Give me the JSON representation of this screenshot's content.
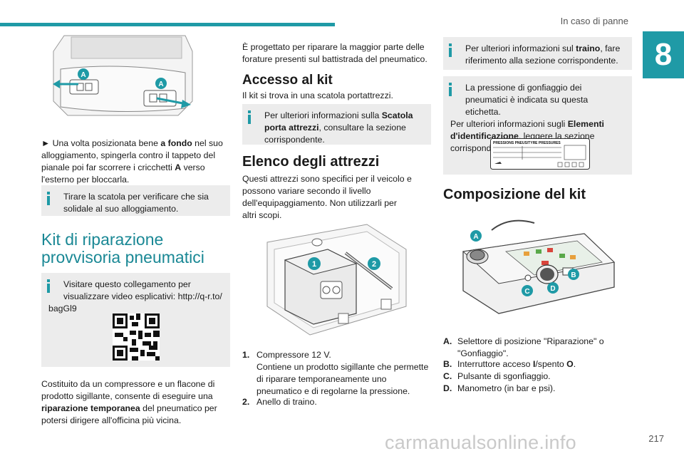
{
  "header": {
    "section": "In caso di panne",
    "chapter": "8"
  },
  "col1": {
    "step_pre": "► Una volta posizionata bene ",
    "step_bold": "a fondo",
    "step_mid": " nel suo alloggiamento, spingerla contro il tappeto del pianale poi far scorrere i cricchetti ",
    "step_bold2": "A",
    "step_post": " verso l'esterno per bloccarla.",
    "info1": "Tirare la scatola per verificare che sia solidale al suo alloggiamento.",
    "kit_title_1": "Kit di riparazione",
    "kit_title_2": "provvisoria pneumatici",
    "info2_a": "Visitare questo collegamento per visualizzare video esplicativi: http://q-r.to/",
    "info2_b": "bagGl9",
    "desc_pre": "Costituito da un compressore e un flacone di prodotto sigillante, consente di eseguire una ",
    "desc_bold": "riparazione temporanea",
    "desc_post": " del pneumatico per potersi dirigere all'officina più vicina.",
    "label_a1": "A",
    "label_a2": "A"
  },
  "col2": {
    "intro": "È progettato per riparare la maggior parte delle forature presenti sul battistrada del pneumatico.",
    "access_title": "Accesso al kit",
    "access_text": "Il kit si trova in una scatola portattrezzi.",
    "info_pre": "Per ulteriori informazioni sulla ",
    "info_bold": "Scatola porta attrezzi",
    "info_post": ", consultare la sezione corrispondente.",
    "tools_title": "Elenco degli attrezzi",
    "tools_text": "Questi attrezzi sono specifici per il veicolo e possono variare secondo il livello dell'equipaggiamento. Non utilizzarli per altri scopi.",
    "items": [
      {
        "num": "1.",
        "text": "Compressore 12 V.\nContiene un prodotto sigillante che permette di riparare temporaneamente uno pneumatico e di regolarne la pressione."
      },
      {
        "num": "2.",
        "text": "Anello di traino."
      }
    ],
    "badge1": "1",
    "badge2": "2"
  },
  "col3": {
    "info1_pre": "Per ulteriori informazioni sul ",
    "info1_bold": "traino",
    "info1_post": ", fare riferimento alla sezione corrispondente.",
    "info2_a": "La pressione di gonfiaggio dei pneumatici è indicata su questa etichetta.",
    "info2_b_pre": "Per ulteriori informazioni sugli ",
    "info2_b_bold": "Elementi d'identificazione",
    "info2_b_post": ", leggere la sezione corrispondente.",
    "label_title": "PRESSIONS PNEUS/TYRE PRESSURES",
    "comp_title": "Composizione del kit",
    "items": [
      {
        "num": "A.",
        "text": "Selettore di posizione \"Riparazione\" o \"Gonfiaggio\"."
      },
      {
        "num": "B.",
        "pre": "Interruttore acceso ",
        "b1": "I",
        "mid": "/spento ",
        "b2": "O",
        "post": "."
      },
      {
        "num": "C.",
        "text": "Pulsante di sgonfiaggio."
      },
      {
        "num": "D.",
        "text": "Manometro (in bar e psi)."
      }
    ],
    "badgeA": "A",
    "badgeB": "B",
    "badgeC": "C",
    "badgeD": "D"
  },
  "footer": {
    "page": "217",
    "watermark": "carmanualsonline.info"
  },
  "colors": {
    "accent": "#1f9aa6",
    "box": "#ececec"
  }
}
